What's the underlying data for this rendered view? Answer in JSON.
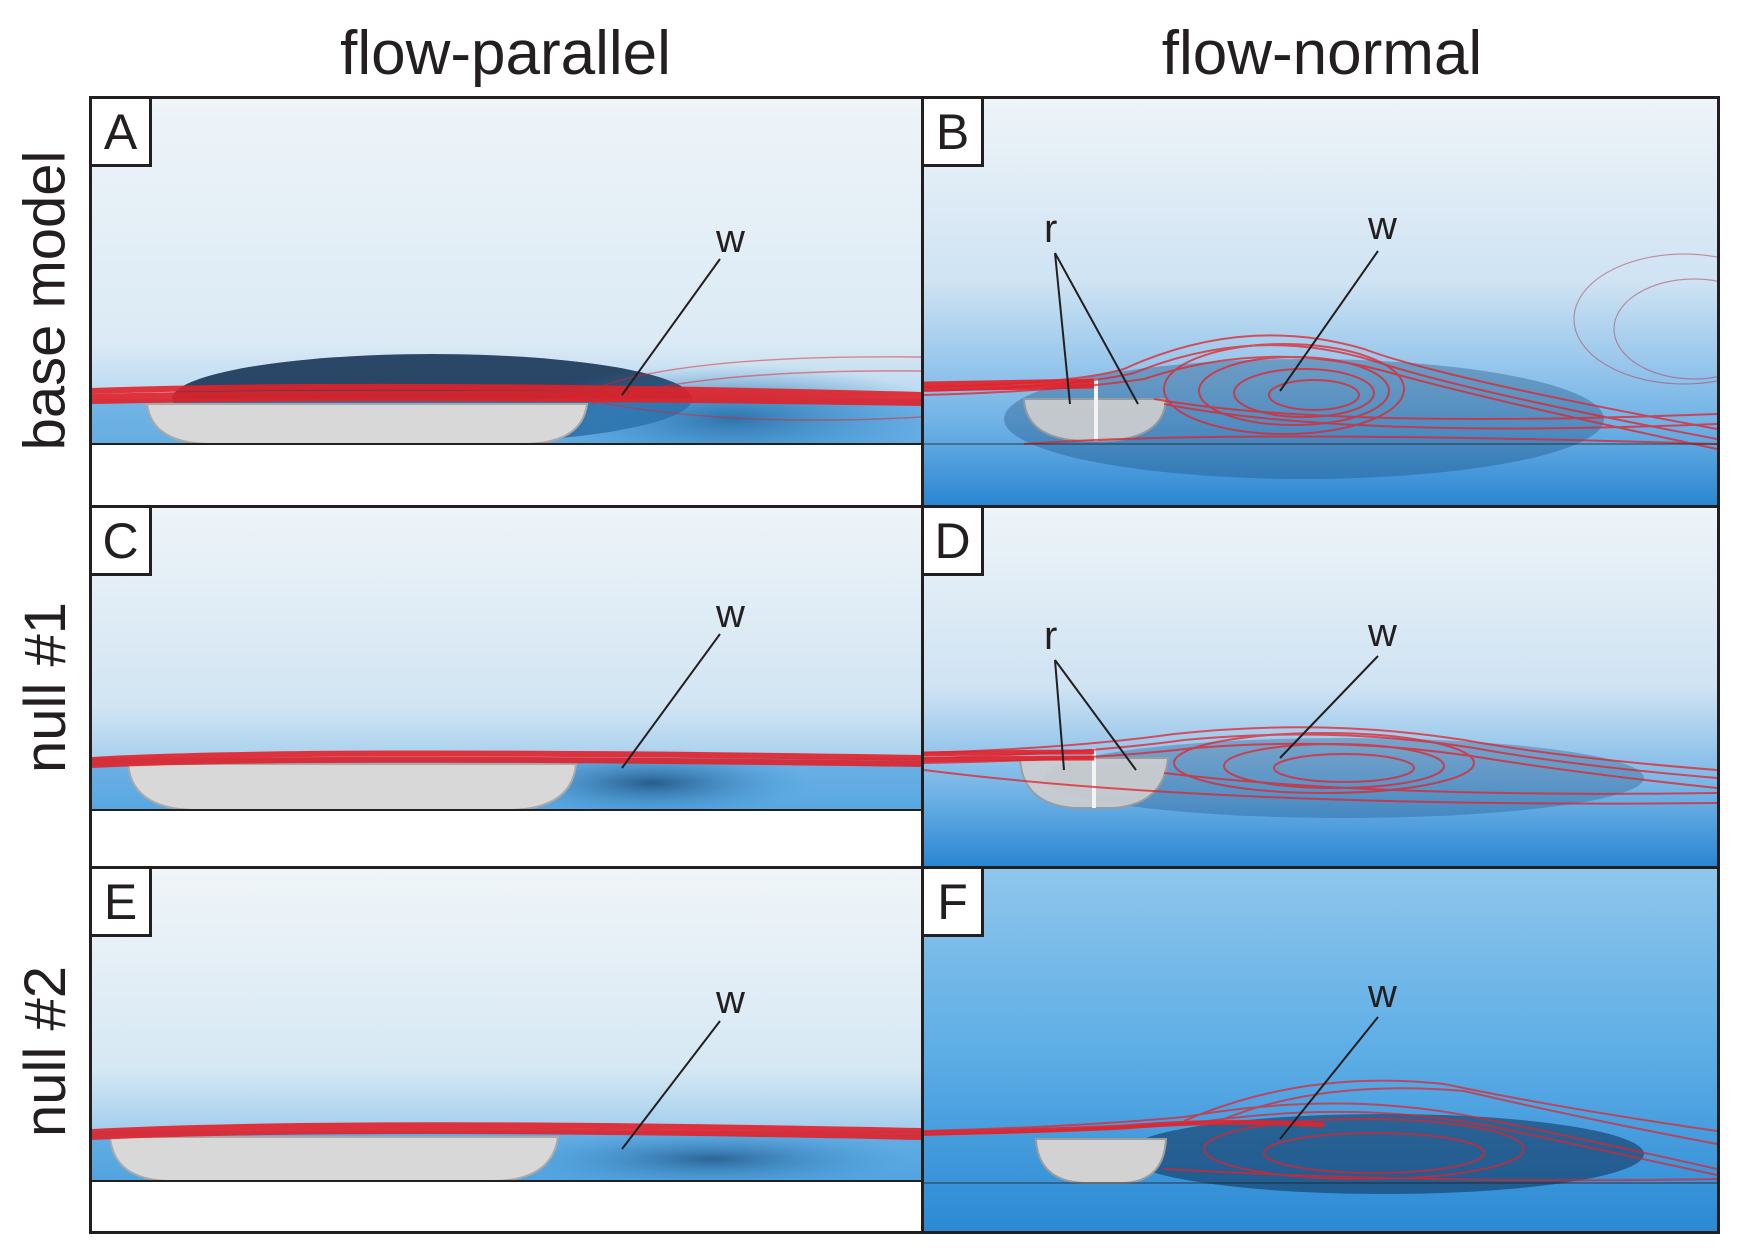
{
  "columns": {
    "left": "flow-parallel",
    "right": "flow-normal"
  },
  "rows": [
    "base model",
    "null #1",
    "null #2"
  ],
  "panels": [
    {
      "letter": "A",
      "annotations": [
        "w"
      ]
    },
    {
      "letter": "B",
      "annotations": [
        "r",
        "w"
      ]
    },
    {
      "letter": "C",
      "annotations": [
        "w"
      ]
    },
    {
      "letter": "D",
      "annotations": [
        "r",
        "w"
      ]
    },
    {
      "letter": "E",
      "annotations": [
        "w"
      ]
    },
    {
      "letter": "F",
      "annotations": [
        "w"
      ]
    }
  ],
  "colors": {
    "streamline": "#e2222a",
    "background": "#e9f2f8",
    "wake_blue": "#2f8fd6",
    "dark_blue": "#0d2a4a",
    "body_grey": "#d6d6d6",
    "frame": "#231f20"
  }
}
